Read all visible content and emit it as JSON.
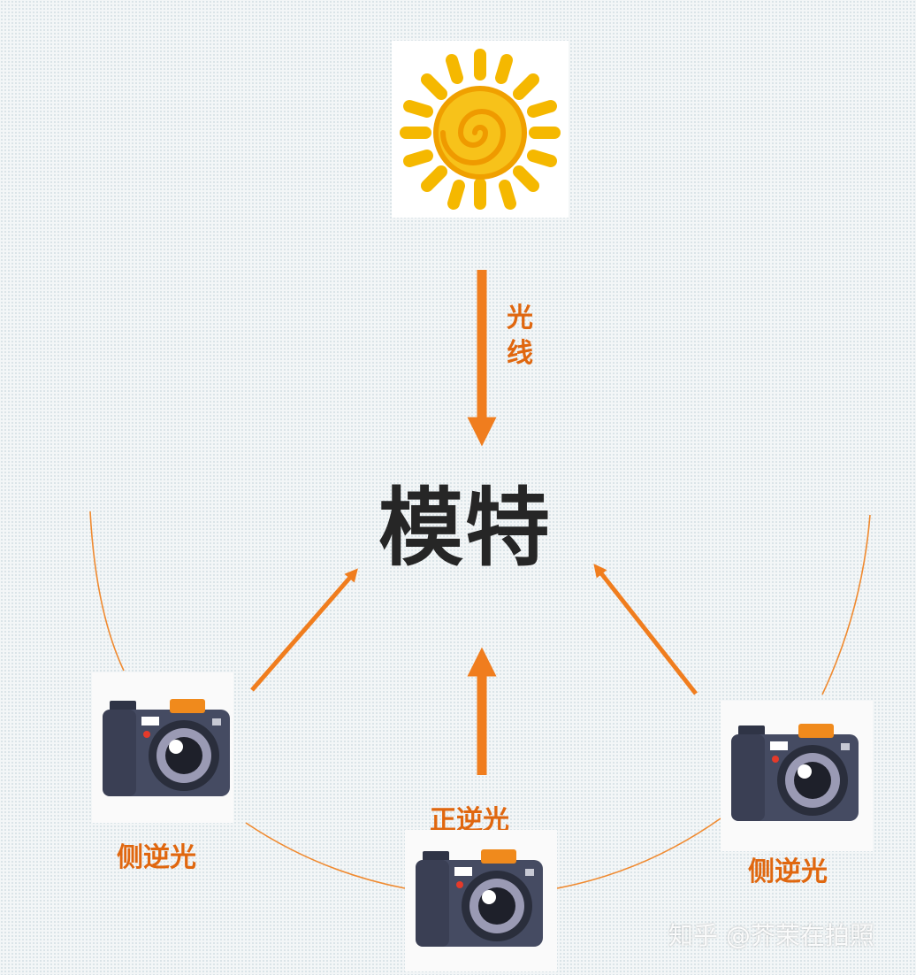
{
  "diagram": {
    "light_label": "光线",
    "model_label": "模特",
    "left_camera_label": "侧逆光",
    "right_camera_label": "侧逆光",
    "bottom_camera_label": "正逆光",
    "watermark": "知乎 @芥茉在拍照"
  },
  "colors": {
    "accent": "#e0670f",
    "arrow": "#f07d1e",
    "model_text": "#262626",
    "camera_body": "#3d4359"
  },
  "icons": [
    "sun-icon",
    "camera-icon"
  ]
}
